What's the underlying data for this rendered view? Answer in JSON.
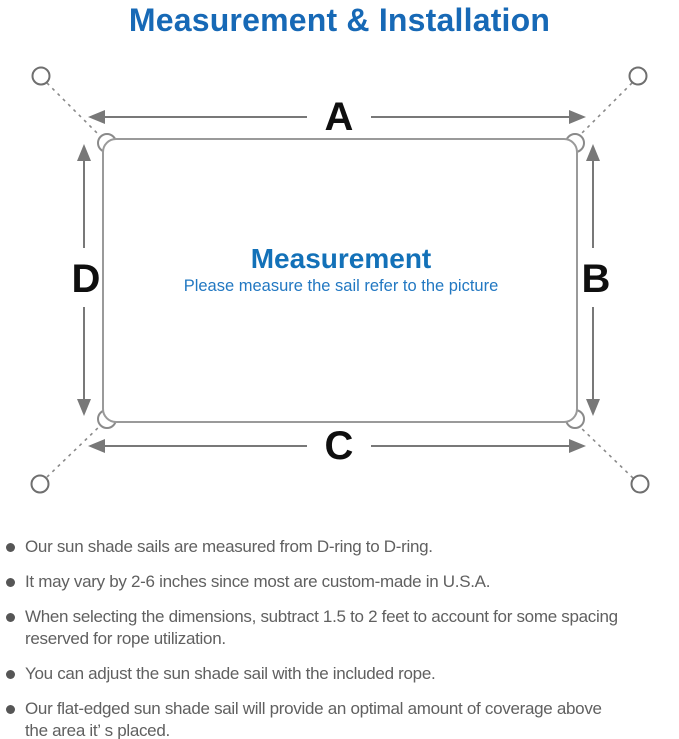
{
  "title": "Measurement & Installation",
  "diagram": {
    "labels": {
      "top": "A",
      "right": "B",
      "bottom": "C",
      "left": "D"
    },
    "center_heading": "Measurement",
    "center_subtitle": "Please measure the sail refer to the picture"
  },
  "bullets": [
    "Our sun shade sails are measured from D-ring to D-ring.",
    "It may vary by 2-6 inches since most are custom-made in U.S.A.",
    "When selecting the dimensions, subtract 1.5 to 2 feet to account for some spacing\nreserved for rope utilization.",
    "You can adjust the sun shade sail with the included rope.",
    "Our flat-edged sun shade sail will provide an optimal amount of coverage above\nthe area it’ s placed."
  ],
  "colors": {
    "title_blue": "#1769b6",
    "center_heading_blue": "#1371b8",
    "center_subtitle_blue": "#2278c2",
    "outline_gray": "#9a9a9a",
    "arrow_gray": "#787878",
    "note_text_gray": "#606060",
    "label_black": "#0f0f0f"
  }
}
